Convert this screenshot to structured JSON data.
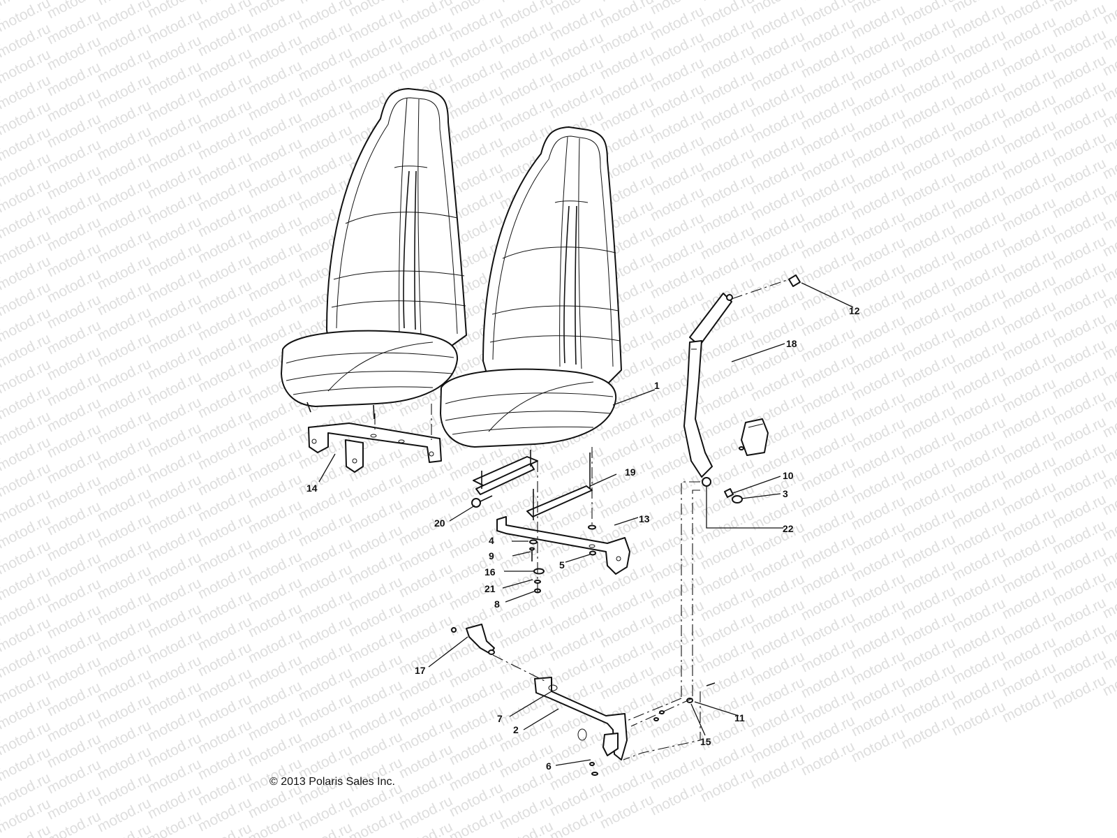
{
  "watermark": "motod.ru",
  "copyright": "© 2013 Polaris Sales Inc.",
  "callouts": {
    "c1": "1",
    "c2": "2",
    "c3": "3",
    "c4": "4",
    "c5": "5",
    "c6": "6",
    "c7": "7",
    "c8": "8",
    "c9": "9",
    "c10": "10",
    "c11": "11",
    "c12": "12",
    "c13": "13",
    "c14": "14",
    "c15": "15",
    "c16": "16",
    "c17": "17",
    "c18": "18",
    "c19": "19",
    "c20": "20",
    "c21": "21",
    "c22": "22"
  }
}
